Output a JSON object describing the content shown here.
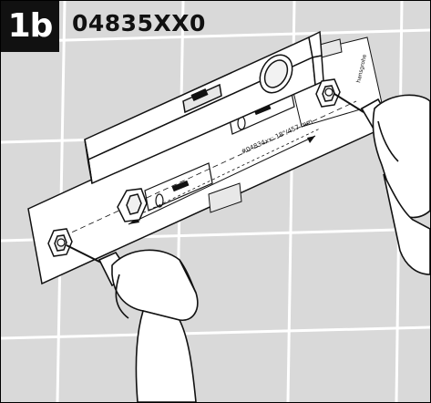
{
  "figure": {
    "step_label": "1b",
    "part_number": "04835XX0",
    "template_dimension_text": "#04834xx: 18\"/457 mm",
    "template_brand_text": "hansgrohe"
  },
  "colors": {
    "tile_background": "#d9d9d9",
    "grout_lines": "#ffffff",
    "outline": "#111111",
    "paper": "#ffffff",
    "label_background": "#111111"
  },
  "icons": [
    "spirit-level-icon",
    "mounting-bracket-icon",
    "drill-icon",
    "screw-icon"
  ]
}
